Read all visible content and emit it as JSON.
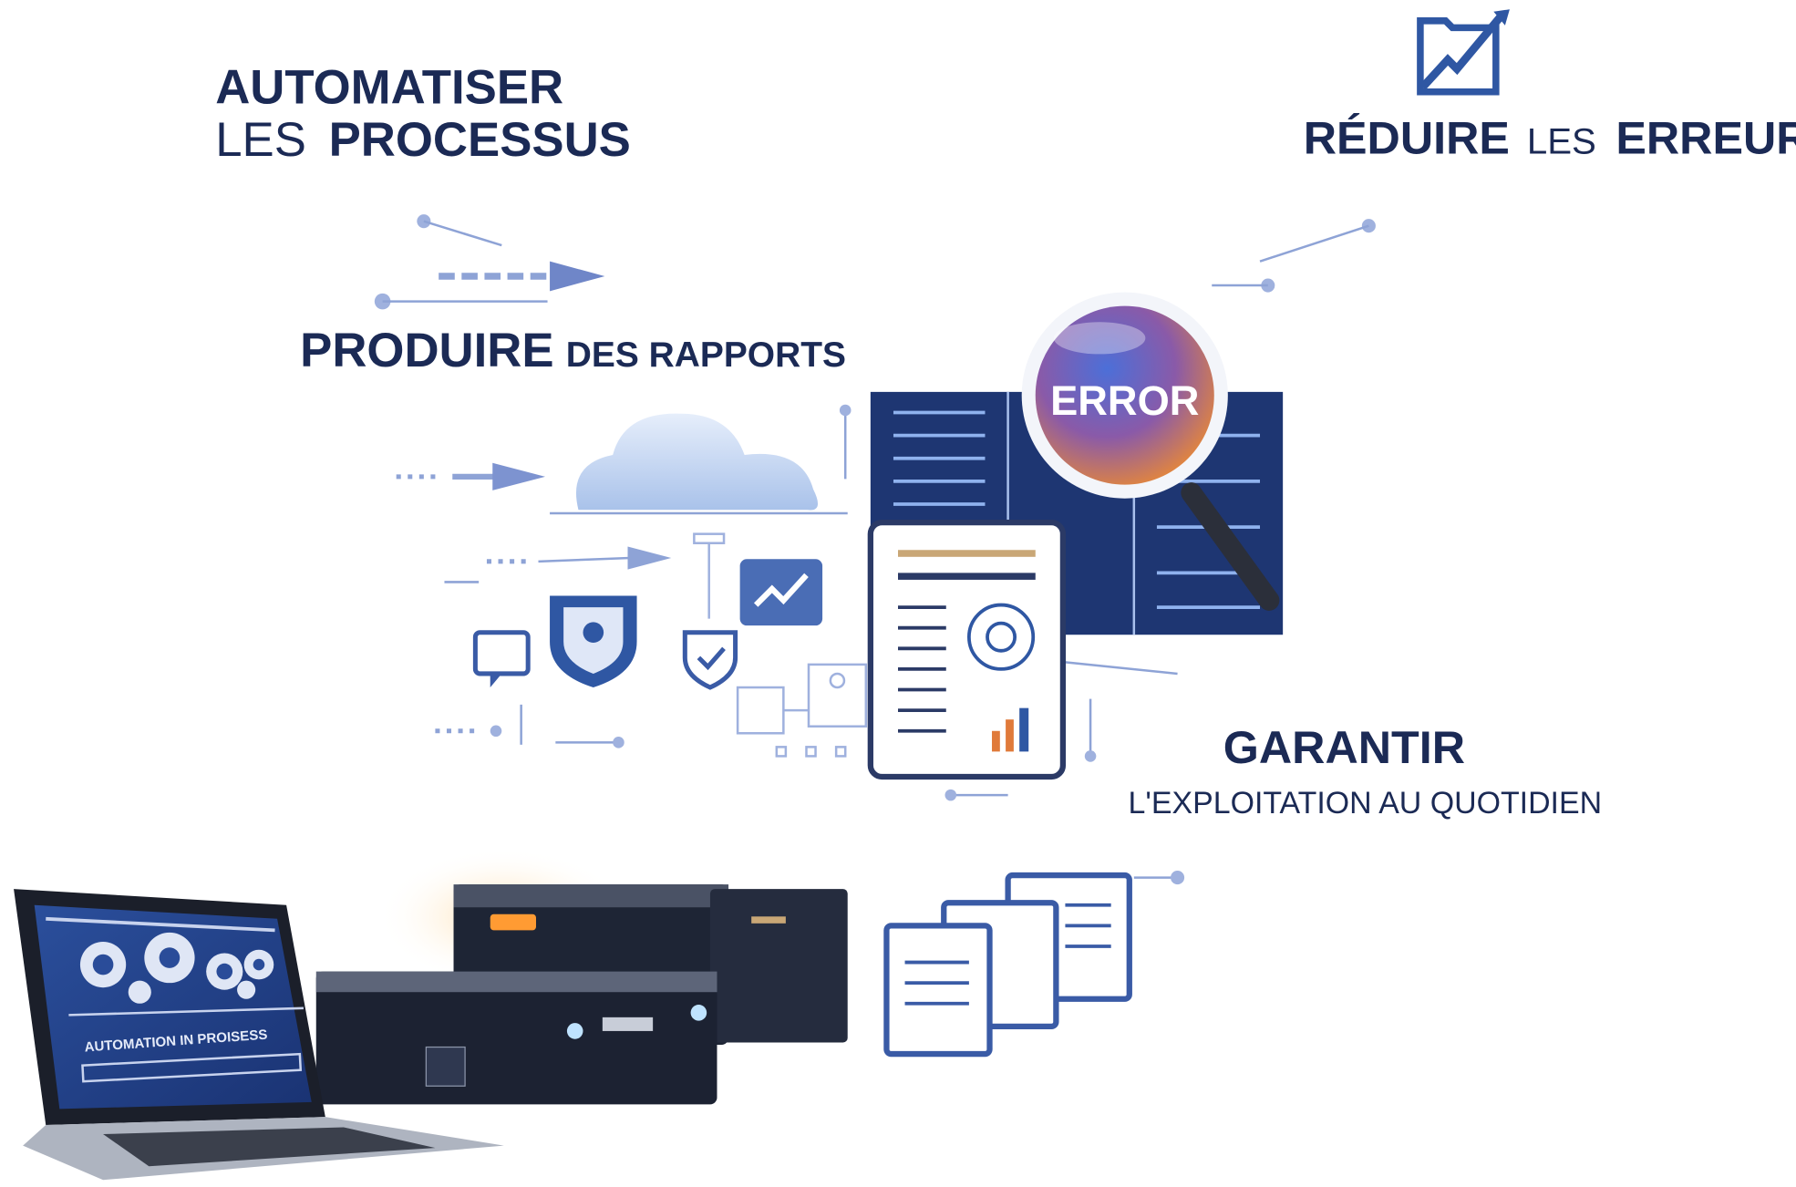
{
  "headings": {
    "automate": {
      "strong": "AUTOMATISER",
      "light": "LES",
      "strong2": "PROCESSUS"
    },
    "reports": {
      "strong": "PRODUIRE",
      "small": "DES RAPPORTS"
    },
    "errors": {
      "strong": "RÉDUIRE",
      "light": "LES",
      "strong2": "ERREURS"
    },
    "operations": {
      "strong": "GARANTIR",
      "light": "L'EXPLOITATION AU QUOTIDIEN"
    }
  },
  "illustration": {
    "magnifier_label": "ERROR",
    "laptop_screen_text": "AUTOMATION IN PROISESS"
  },
  "colors": {
    "navy": "#1b2a55",
    "accent": "#3a5ba6",
    "light_blue": "#8ea3d6"
  }
}
